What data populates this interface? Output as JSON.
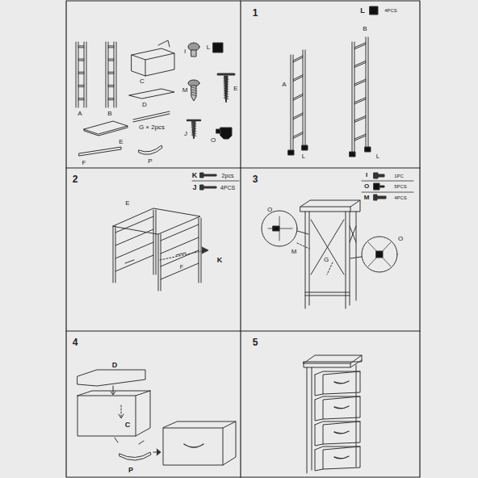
{
  "diagram": {
    "labels": [
      "A",
      "B",
      "C",
      "I",
      "L",
      "D",
      "M",
      "E",
      "E",
      "G × 2pcs",
      "J",
      "O",
      "F",
      "P",
      "1",
      "L",
      "4PCS",
      "B",
      "A",
      "L",
      "L",
      "2",
      "K",
      "2pcs",
      "J",
      "4PCS",
      "E",
      "K",
      "F",
      "3",
      "I",
      "1PC",
      "O",
      "5PCS",
      "M",
      "4PCS",
      "O",
      "M",
      "G",
      "O",
      "4",
      "D",
      "C",
      "P",
      "5"
    ]
  }
}
